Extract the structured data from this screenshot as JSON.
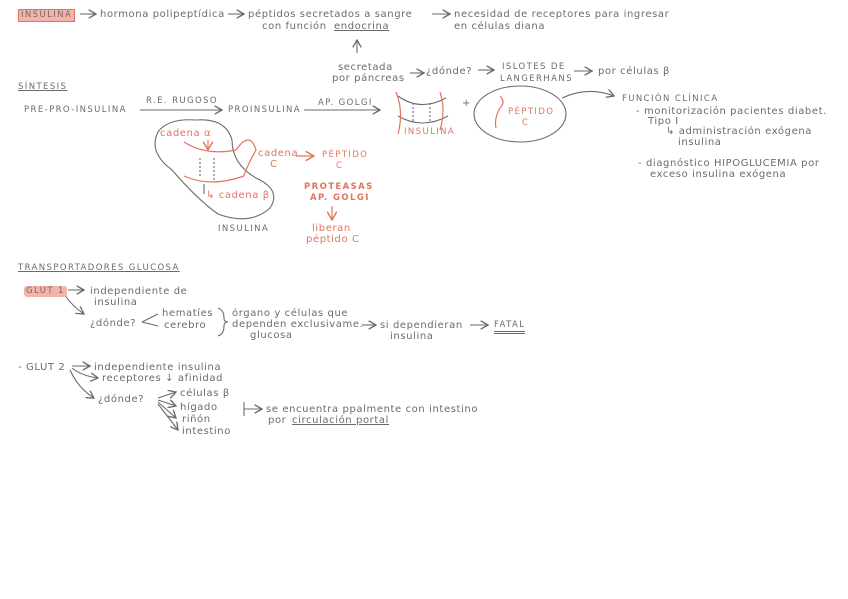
{
  "top": {
    "insulina": "INSULINA",
    "hormona": "hormona polipeptídica",
    "peptidos_1": "péptidos secretados a sangre",
    "peptidos_2": "con función",
    "peptidos_3": "endocrina",
    "necesidad_1": "necesidad de receptores para ingresar",
    "necesidad_2": "en células diana"
  },
  "sintesis": {
    "heading": "SÍNTESIS",
    "preproinsulina": "PRE-PRO-INSULINA",
    "re_rugoso": "R.E. RUGOSO",
    "proinsulina": "PROINSULINA",
    "ap_golgi": "AP. GOLGI",
    "secretada_1": "secretada",
    "secretada_2": "por páncreas",
    "donde": "¿dónde?",
    "islotes_1": "ISLOTES DE",
    "islotes_2": "LANGERHANS",
    "por_celulas": "por células β",
    "insulina_mol": "INSULINA",
    "plus": "+",
    "peptido_c_1": "PÉPTIDO",
    "peptido_c_2": "C",
    "funcion_clinica": "FUNCIÓN CLÍNICA",
    "fc_1": "- monitorización pacientes diabet.",
    "fc_2": "Tipo I",
    "fc_3": "↳ administración exógena",
    "fc_4": "insulina",
    "fc_5": "- diagnóstico HIPOGLUCEMIA por",
    "fc_6": "exceso insulina exógena",
    "cadena_a": "cadena α",
    "cadena_b": "↳ cadena β",
    "cadena_c_1": "cadena",
    "cadena_c_2": "C",
    "peptido_c2_1": "PÉPTIDO",
    "peptido_c2_2": "C",
    "proteasas_1": "PROTEASAS",
    "proteasas_2": "AP. GOLGI",
    "liberan_1": "liberan",
    "liberan_2": "péptido C",
    "insulina_bottom": "INSULINA"
  },
  "transportadores": {
    "heading": "TRANSPORTADORES GLUCOSA",
    "glut1": "GLUT 1",
    "g1_indep_1": "independiente de",
    "g1_indep_2": "insulina",
    "g1_donde": "¿dónde?",
    "g1_hematies": "hematíes",
    "g1_cerebro": "cerebro",
    "g1_organo_1": "órgano y células que",
    "g1_organo_2": "dependen exclusivame.",
    "g1_organo_3": "glucosa",
    "g1_si_1": "si dependieran",
    "g1_si_2": "insulina",
    "g1_fatal": "FATAL",
    "glut2": "- GLUT 2",
    "g2_indep": "independiente insulina",
    "g2_receptores": "receptores ↓ afinidad",
    "g2_donde": "¿dónde?",
    "g2_celulas": "células β",
    "g2_higado": "hígado",
    "g2_rinon": "riñón",
    "g2_intestino": "intestino",
    "g2_se_1": "se encuentra ppalmente con intestino",
    "g2_se_2": "por",
    "g2_se_3": "circulación portal"
  },
  "colors": {
    "ink": "#6b6b6b",
    "accent": "#e2745f",
    "highlight": "#f6b2a6"
  }
}
